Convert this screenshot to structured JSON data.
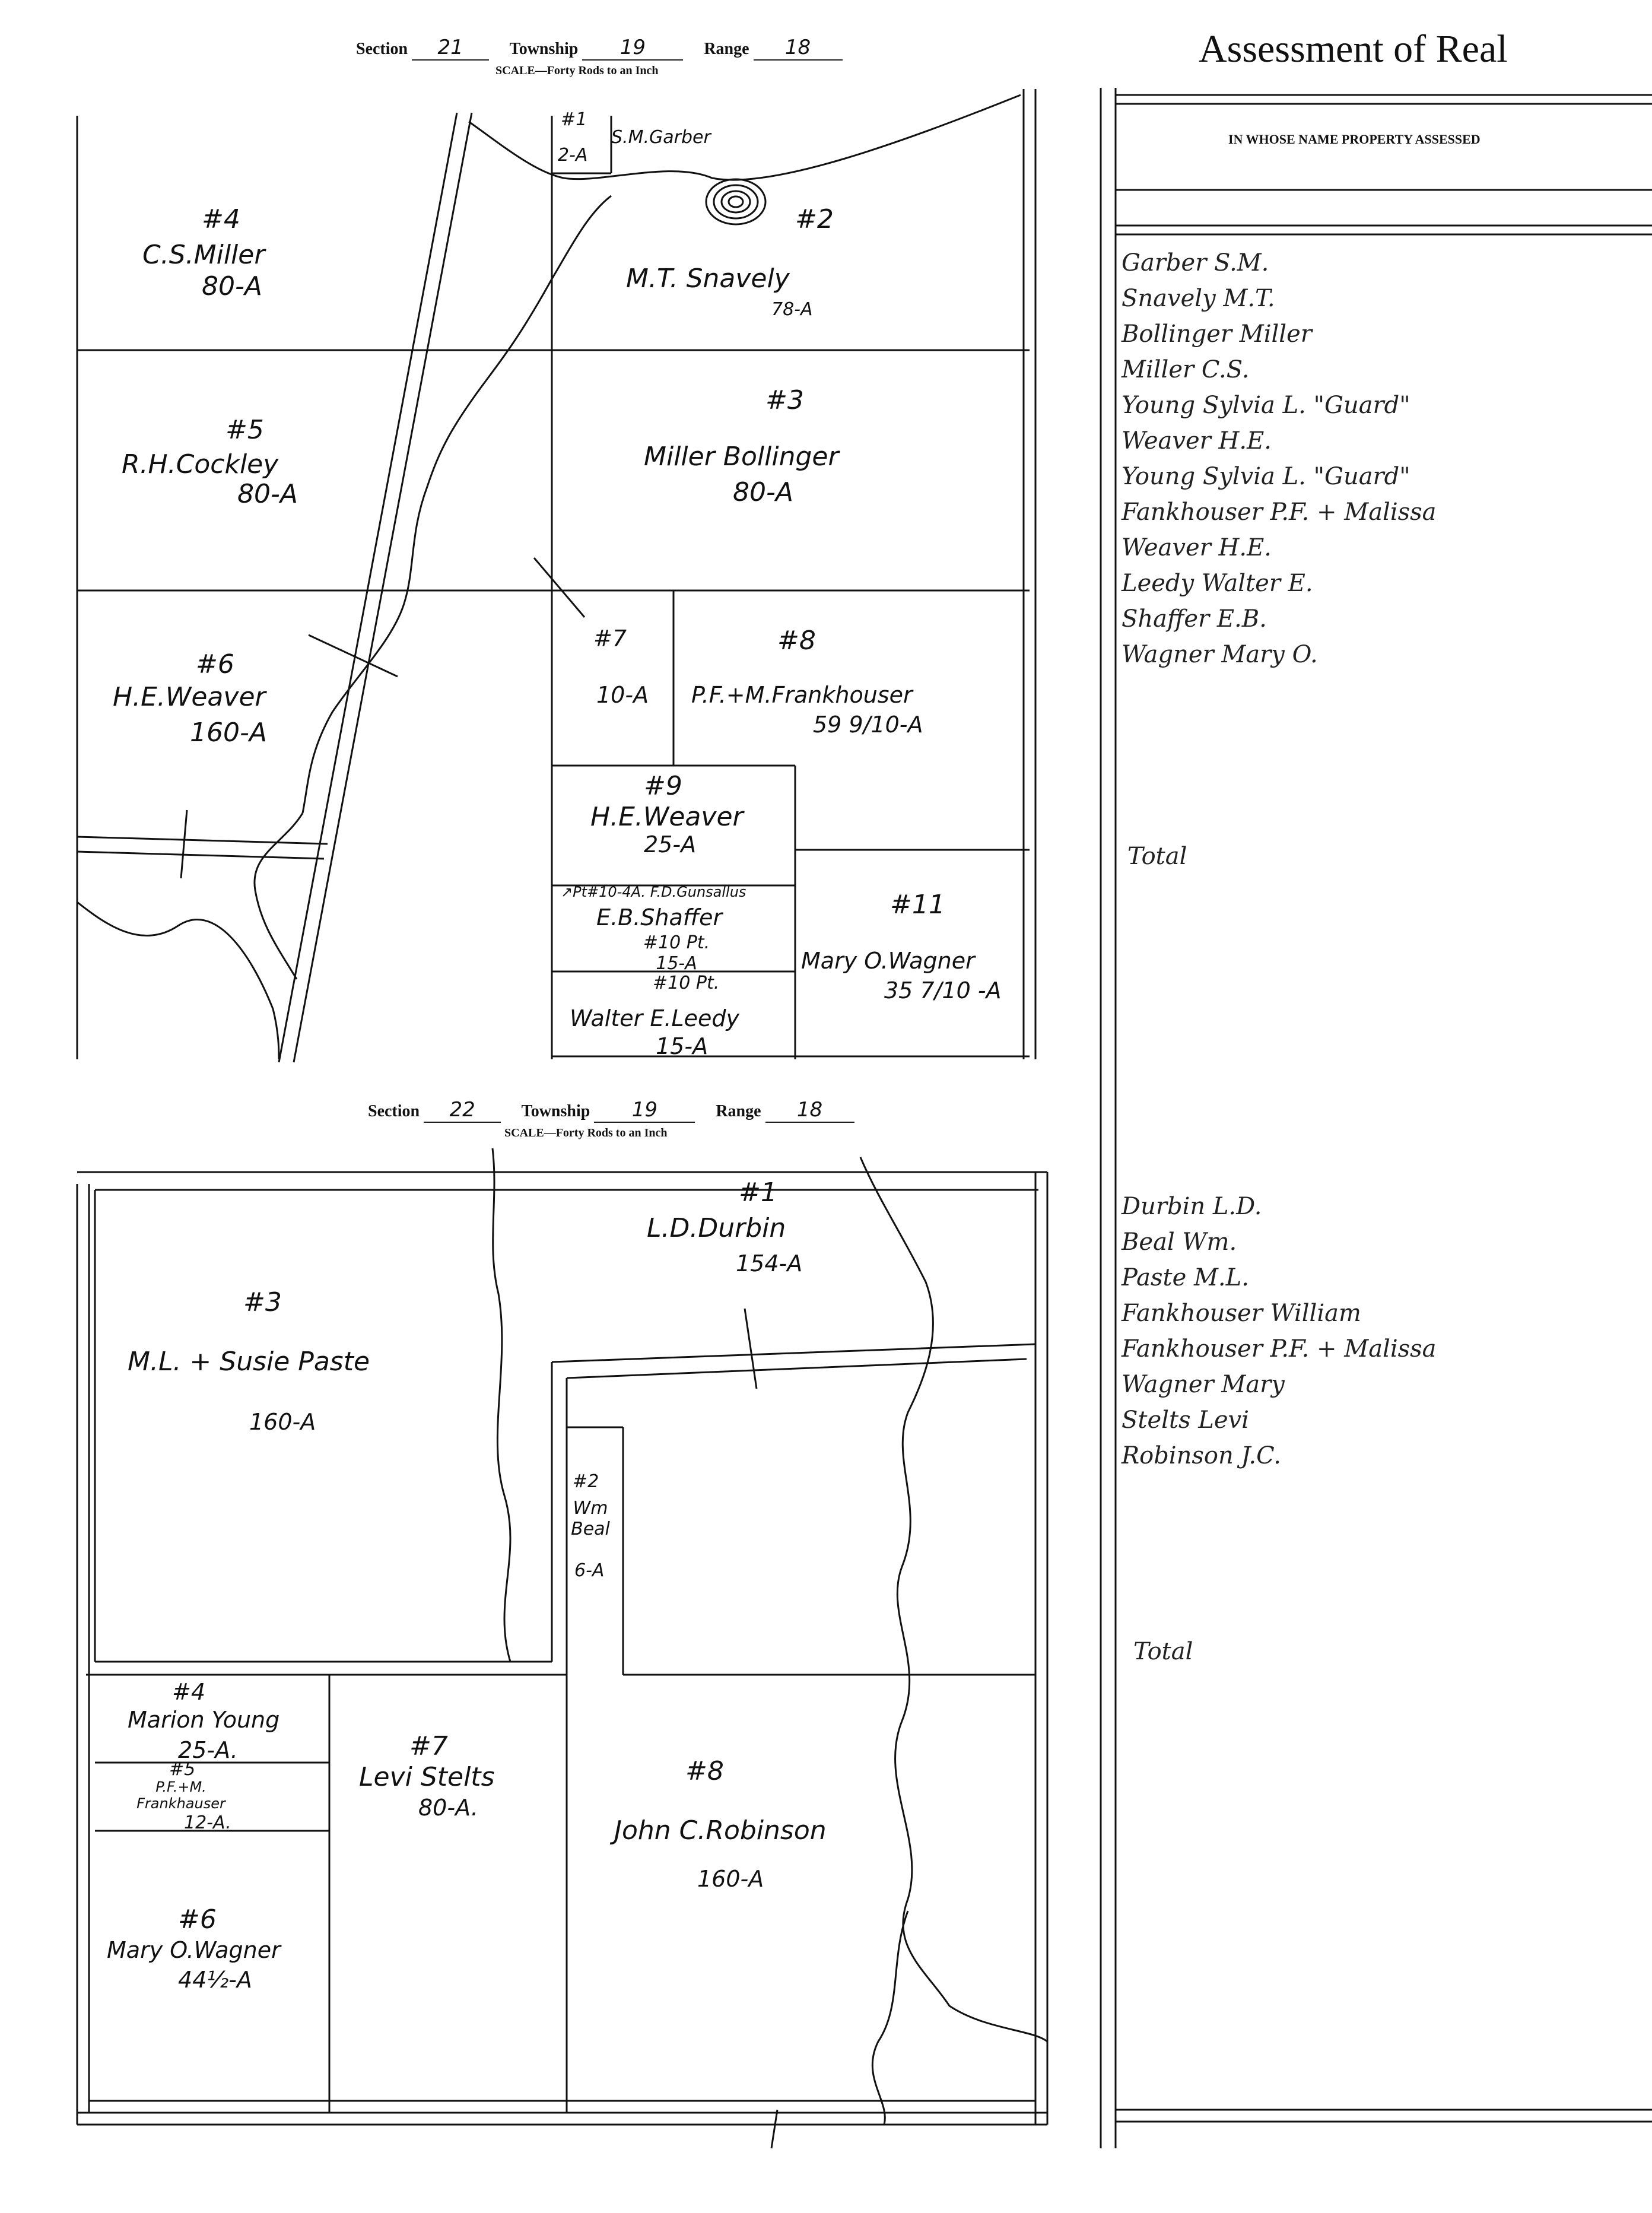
{
  "header": {
    "title": "Assessment of Real",
    "column_heading": "IN WHOSE NAME PROPERTY ASSESSED",
    "section_label": "Section",
    "township_label": "Township",
    "range_label": "Range",
    "scale_text": "SCALE—Forty Rods to an Inch"
  },
  "map1": {
    "section": "21",
    "township": "19",
    "range": "18",
    "parcels": [
      {
        "num": "#1",
        "acres": "2-A",
        "owner": ""
      },
      {
        "owner": "S.M.Garber"
      },
      {
        "num": "#2",
        "owner": "M.T. Snavely",
        "acres": "78-A"
      },
      {
        "num": "#3",
        "owner": "Miller Bollinger",
        "acres": "80-A"
      },
      {
        "num": "#4",
        "owner": "C.S.Miller",
        "acres": "80-A"
      },
      {
        "num": "#5",
        "owner": "R.H.Cockley",
        "acres": "80-A"
      },
      {
        "num": "#6",
        "owner": "H.E.Weaver",
        "acres": "160-A"
      },
      {
        "num": "#7",
        "owner": "",
        "acres": "10-A"
      },
      {
        "num": "#8",
        "owner": "P.F.+M.Frankhouser",
        "acres": "59 9/10-A"
      },
      {
        "num": "#9",
        "owner": "H.E.Weaver",
        "acres": "25-A"
      },
      {
        "num": "↗Pt#10-4A. F.D.Gunsallus",
        "owner": "E.B.Shaffer",
        "acres": "#10 Pt. 15-A"
      },
      {
        "num": "#10 Pt.",
        "owner": "Walter E.Leedy",
        "acres": "15-A"
      },
      {
        "num": "#11",
        "owner": "Mary O.Wagner",
        "acres": "35 7/10 -A"
      }
    ]
  },
  "map2": {
    "section": "22",
    "township": "19",
    "range": "18",
    "parcels": [
      {
        "num": "#1",
        "owner": "L.D.Durbin",
        "acres": "154-A"
      },
      {
        "num": "#2",
        "owner": "Wm Beal",
        "acres": "6-A"
      },
      {
        "num": "#3",
        "owner": "M.L. + Susie Paste",
        "acres": "160-A"
      },
      {
        "num": "#4",
        "owner": "Marion Young",
        "acres": "25-A."
      },
      {
        "num": "#5",
        "owner": "P.F.+M. Frankhauser",
        "acres": "12-A."
      },
      {
        "num": "#6",
        "owner": "Mary O.Wagner",
        "acres": "44½-A"
      },
      {
        "num": "#7",
        "owner": "Levi Stelts",
        "acres": "80-A."
      },
      {
        "num": "#8",
        "owner": "John C.Robinson",
        "acres": "160-A"
      }
    ]
  },
  "ledger": {
    "group1": [
      "Garber S.M.",
      "Snavely M.T.",
      "Bollinger Miller",
      "Miller C.S.",
      "Young Sylvia L. \"Guard\"",
      "Weaver H.E.",
      "Young Sylvia L. \"Guard\"",
      "Fankhouser P.F. + Malissa",
      "Weaver H.E.",
      "Leedy Walter E.",
      "Shaffer E.B.",
      "Wagner Mary O."
    ],
    "total1": "Total",
    "group2": [
      "Durbin L.D.",
      "Beal Wm.",
      "Paste M.L.",
      "Fankhouser William",
      "Fankhouser P.F. + Malissa",
      "Wagner Mary",
      "Stelts Levi",
      "Robinson J.C."
    ],
    "total2": "Total"
  }
}
